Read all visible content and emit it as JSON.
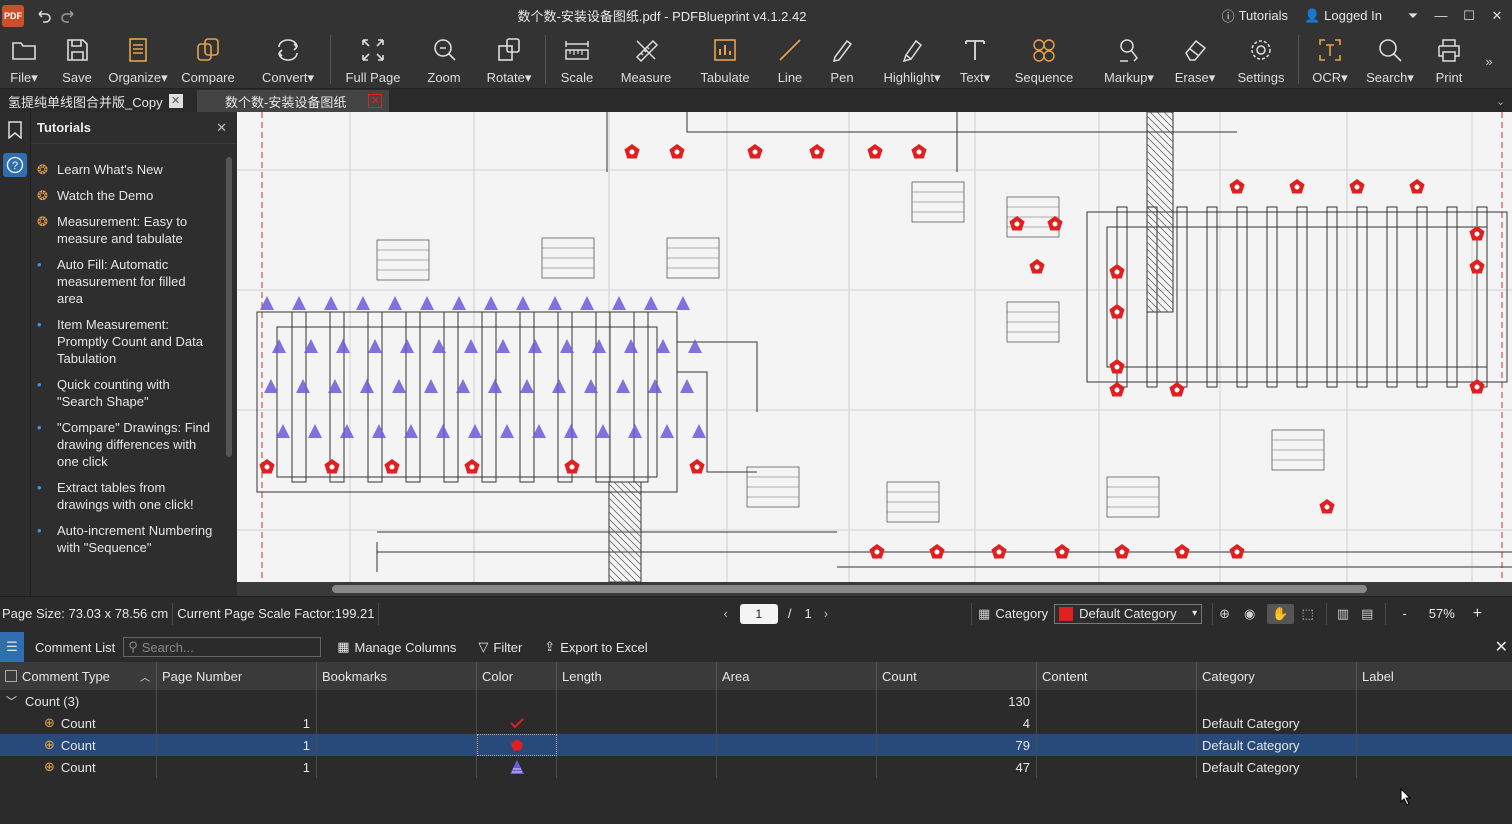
{
  "app": {
    "logo_text": "PDF",
    "title": "数个数-安装设备图纸.pdf - PDFBlueprint v4.1.2.42",
    "tutorials_label": "Tutorials",
    "login_label": "Logged In"
  },
  "toolbar": {
    "file": "File",
    "save": "Save",
    "organize": "Organize",
    "compare": "Compare",
    "convert": "Convert",
    "full_page": "Full Page",
    "zoom": "Zoom",
    "rotate": "Rotate",
    "scale": "Scale",
    "measure": "Measure",
    "tabulate": "Tabulate",
    "line": "Line",
    "pen": "Pen",
    "highlight": "Highlight",
    "text": "Text",
    "sequence": "Sequence",
    "markup": "Markup",
    "erase": "Erase",
    "settings": "Settings",
    "ocr": "OCR",
    "search": "Search",
    "print": "Print"
  },
  "tabs": [
    {
      "label": "氢提纯单线图合并版_Copy",
      "active": false
    },
    {
      "label": "数个数-安装设备图纸",
      "active": true
    }
  ],
  "tutorials": {
    "title": "Tutorials",
    "items": [
      {
        "text": "Learn What's New",
        "icon": "owl"
      },
      {
        "text": "Watch the Demo",
        "icon": "owl"
      },
      {
        "text": "Measurement: Easy to measure and tabulate",
        "icon": "owl"
      },
      {
        "text": "Auto Fill: Automatic measurement for filled area",
        "icon": "dot"
      },
      {
        "text": "Item Measurement: Promptly Count and Data Tabulation",
        "icon": "dot"
      },
      {
        "text": "Quick counting with \"Search Shape\"",
        "icon": "dot"
      },
      {
        "text": "\"Compare\" Drawings: Find drawing differences with one click",
        "icon": "dot"
      },
      {
        "text": "Extract tables from drawings with one click!",
        "icon": "dot"
      },
      {
        "text": "Auto-increment Numbering with \"Sequence\"",
        "icon": "dot"
      }
    ]
  },
  "status": {
    "page_size": "Page Size: 73.03 x 78.56 cm",
    "scale_factor": "Current Page Scale Factor:199.21",
    "current_page": "1",
    "page_sep": "/",
    "total_pages": "1",
    "category_label": "Category",
    "category_value": "Default Category",
    "zoom_minus": "-",
    "zoom": "57%",
    "zoom_plus": "+"
  },
  "comments": {
    "title": "Comment List",
    "search_placeholder": "Search...",
    "manage_columns": "Manage Columns",
    "filter": "Filter",
    "export": "Export to Excel",
    "columns": [
      "Comment Type",
      "Page Number",
      "Bookmarks",
      "Color",
      "Length",
      "Area",
      "Count",
      "Content",
      "Category",
      "Label"
    ],
    "group": {
      "label": "Count (3)",
      "count": "130"
    },
    "rows": [
      {
        "type": "Count",
        "page": "1",
        "marker": "check",
        "count": "4",
        "category": "Default Category"
      },
      {
        "type": "Count",
        "page": "1",
        "marker": "pentagon",
        "count": "79",
        "category": "Default Category",
        "selected": true
      },
      {
        "type": "Count",
        "page": "1",
        "marker": "triangle",
        "count": "47",
        "category": "Default Category"
      }
    ]
  },
  "colors": {
    "accent": "#3a9ae8",
    "count_red": "#e02020",
    "count_purple": "#6b5bd6",
    "selection": "#284a7a"
  }
}
